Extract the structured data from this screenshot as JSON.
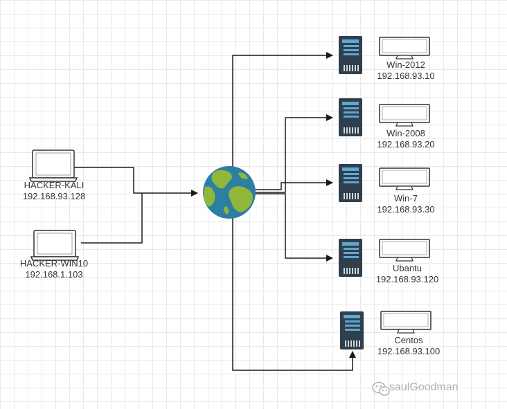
{
  "colors": {
    "line": "#1a1a1a",
    "server": "#2f3f4c",
    "screen": "#5fa7d3",
    "ocean": "#2c7fa3",
    "land": "#8fb83b"
  },
  "hosts": [
    {
      "name": "HACKER-KALI",
      "ip": "192.168.93.128",
      "icon": "laptop-icon"
    },
    {
      "name": "HACKER-WIN10",
      "ip": "192.168.1.103",
      "icon": "laptop-icon"
    }
  ],
  "hub": {
    "icon": "globe-icon"
  },
  "targets": [
    {
      "name": "Win-2012",
      "ip": "192.168.93.10",
      "icons": [
        "server-icon",
        "monitor-icon"
      ]
    },
    {
      "name": "Win-2008",
      "ip": "192.168.93.20",
      "icons": [
        "server-icon",
        "monitor-icon"
      ]
    },
    {
      "name": "Win-7",
      "ip": "192.168.93.30",
      "icons": [
        "server-icon",
        "monitor-icon"
      ]
    },
    {
      "name": "Ubantu",
      "ip": "192.168.93.120",
      "icons": [
        "server-icon",
        "monitor-icon"
      ]
    },
    {
      "name": "Centos",
      "ip": "192.168.93.100",
      "icons": [
        "server-icon",
        "monitor-icon"
      ]
    }
  ],
  "watermark": {
    "text": "saulGoodman",
    "icon": "wechat-icon"
  }
}
